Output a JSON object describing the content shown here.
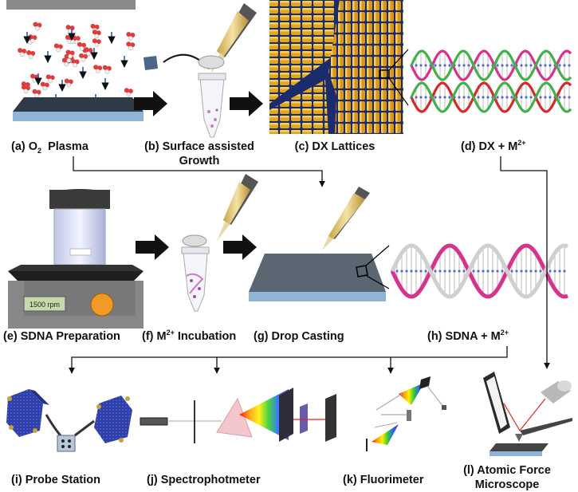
{
  "labels": {
    "a_pre": "(a) O",
    "a_sub": "2",
    "a_post": "  Plasma",
    "b_line1": "(b) Surface assisted",
    "b_line2": "Growth",
    "c": "(c) DX Lattices",
    "d_pre": "(d) DX + M",
    "d_sup": "2+",
    "e": "(e) SDNA Preparation",
    "f_pre": "(f) M",
    "f_sup": "2+",
    "f_post": " Incubation",
    "g": "(g) Drop Casting",
    "h_pre": "(h) SDNA + M",
    "h_sup": "2+",
    "i": "(i) Probe Station",
    "j": "(j) Spectrophotmeter",
    "k": "(k) Fluorimeter",
    "l_line1": "(l) Atomic Force",
    "l_line2": "Microscope"
  },
  "display": {
    "stirrer_speed": "1500 rpm"
  },
  "colors": {
    "substrate_top": "#2f3a47",
    "substrate_side": "#8fb4d6",
    "lattice_gold": "#e3a51c",
    "lattice_bg": "#1a2b6e",
    "helix_pink": "#d6338f",
    "helix_green": "#44b04a",
    "helix_red": "#d62a2a",
    "arrow_black": "#111111"
  }
}
